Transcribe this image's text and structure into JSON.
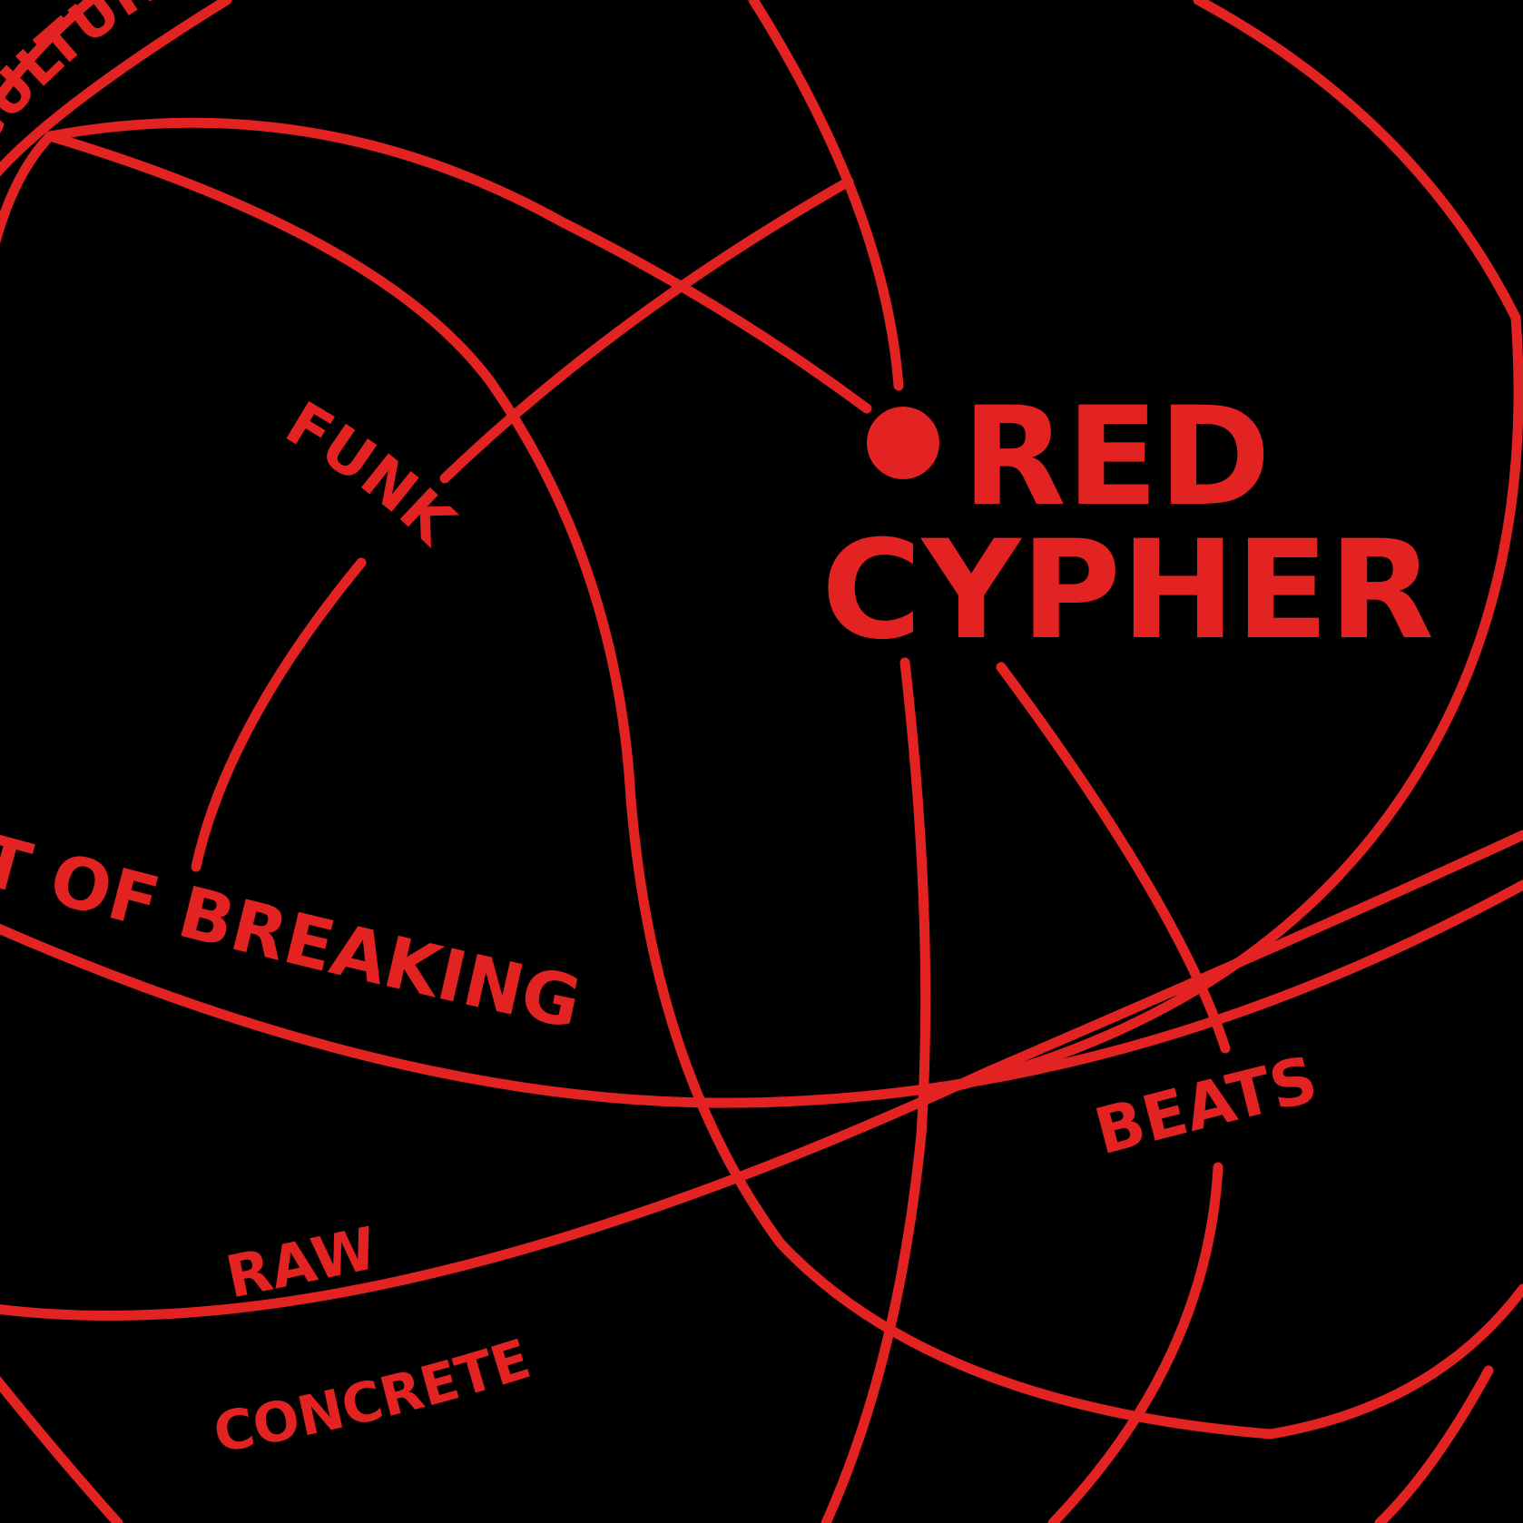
{
  "colors": {
    "background": "#000000",
    "accent": "#e32222"
  },
  "title": {
    "line1": "RED",
    "line2": "CYPHER"
  },
  "words": {
    "culture": "CULTURE",
    "funk": "FUNK",
    "breaking": "ART OF BREAKING",
    "beats": "BEATS",
    "raw": "RAW",
    "concrete": "CONCRETE"
  }
}
